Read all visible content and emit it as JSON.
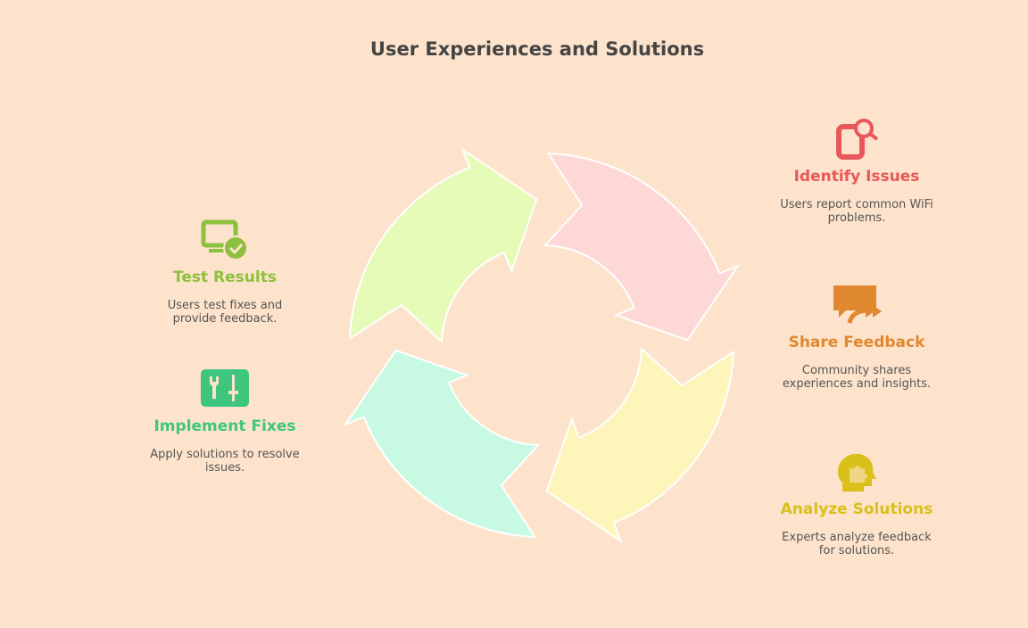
{
  "title": "User Experiences and Solutions",
  "steps": [
    {
      "id": "identify",
      "title": "Identify Issues",
      "description": "Users report common WiFi problems.",
      "color": "#e8585a",
      "fill": "#fdd8d6",
      "icon": "phone-search-icon"
    },
    {
      "id": "share",
      "title": "Share Feedback",
      "description": "Community shares experiences and insights.",
      "color": "#e0882f",
      "fill": "#fde3cb",
      "icon": "chat-forward-icon"
    },
    {
      "id": "analyze",
      "title": "Analyze Solutions",
      "description": "Experts analyze feedback for solutions.",
      "color": "#d9c01a",
      "fill": "#fdf5b9",
      "icon": "head-puzzle-icon"
    },
    {
      "id": "implement",
      "title": "Implement Fixes",
      "description": "Apply solutions to resolve issues.",
      "color": "#3ec67f",
      "fill": "#c8fae3",
      "icon": "tools-icon"
    },
    {
      "id": "test",
      "title": "Test Results",
      "description": "Users test fixes and provide feedback.",
      "color": "#8dc03f",
      "fill": "#e6fbb8",
      "icon": "monitor-check-icon"
    }
  ]
}
